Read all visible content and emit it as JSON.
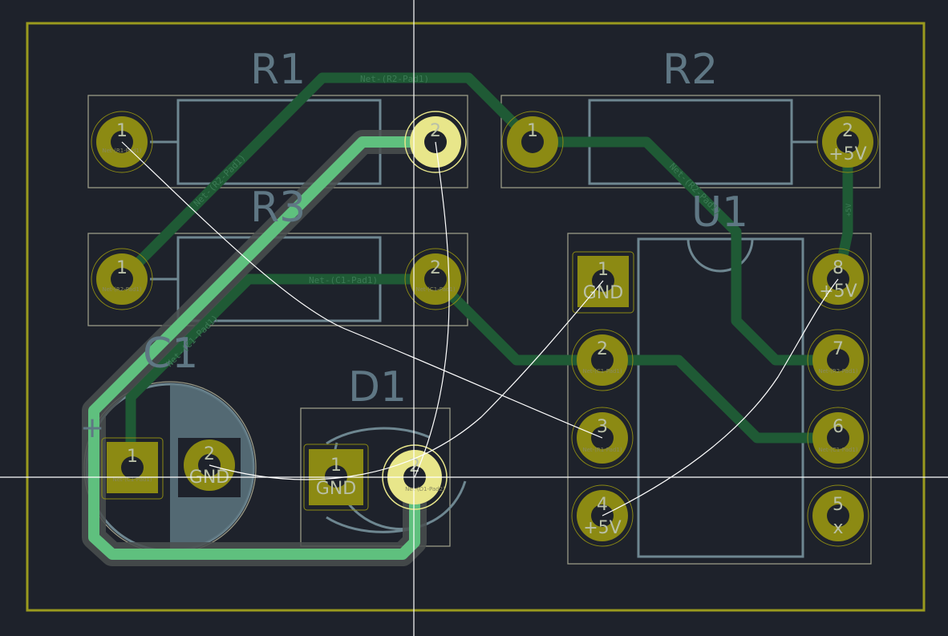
{
  "colors": {
    "background": "#1e222b",
    "edge_cuts": "#9a9a1e",
    "track": "#1f5a35",
    "track_highlight": "#5fc07e",
    "pad": "#8c8a13",
    "pad_highlight": "#e8e68a",
    "silkscreen": "#6e8791",
    "ratsnest": "#ffffff",
    "crosshair": "#ffffff"
  },
  "components": {
    "R1": "R1",
    "R2": "R2",
    "R3": "R3",
    "C1": "C1",
    "D1": "D1",
    "U1": "U1"
  },
  "pads": {
    "one": "1",
    "two": "2",
    "three": "3",
    "four": "4",
    "five": "5",
    "six": "6",
    "seven": "7",
    "eight": "8"
  },
  "pad_nets": {
    "gnd": "GND",
    "vcc": "+5V",
    "nc": "x",
    "r2_pad1": "Net-(R2-Pad1)",
    "r1_pad1": "Net-(R1-Pad1)",
    "c1_pad1": "Net-(C1-Pad1)",
    "d1_pad2": "Net-(D1-Pad2)"
  },
  "net_labels": {
    "top": "Net-(R2-Pad1)",
    "r1_diag": "Net-(R2-Pad1)",
    "r2_diag": "Net-(R2-Pad1)",
    "r3_h": "Net-(C1-Pad1)",
    "c1_diag": "Net-(C1-Pad1)",
    "vcc_v": "+5V"
  },
  "symbols": {
    "polarity_plus": "+"
  }
}
